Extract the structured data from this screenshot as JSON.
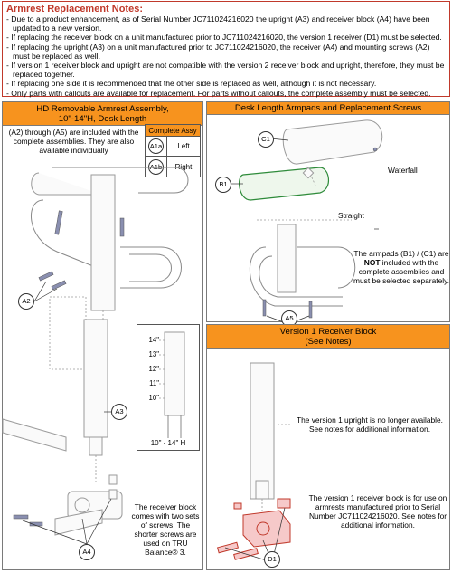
{
  "notes": {
    "title": "Armrest Replacement Notes:",
    "items": [
      "- Due to a product enhancement, as of Serial Number JC711024216020 the upright (A3) and receiver block (A4) have been updated to a new version.",
      "- If replacing the receiver block on a unit manufactured prior to JC711024216020, the version 1 receiver (D1) must be selected.",
      "- If replacing the upright (A3) on a unit manufactured prior to JC711024216020, the receiver (A4) and mounting screws (A2) must be replaced as well.",
      "- If version 1 receiver block and upright are not compatible with the version 2 receiver block and upright, therefore, they must be replaced together.",
      "- If replacing one side it is recommended that the other side is replaced as well, although it is not necessary.",
      "- Only parts with callouts are available for replacement. For parts without callouts, the complete assembly must be selected."
    ]
  },
  "left_panel": {
    "title_line1": "HD Removable Armrest Assembly,",
    "title_line2": "10\"-14\"H, Desk Length",
    "note": "(A2) through (A5) are included with the complete assemblies. They are also available individually",
    "assy_table": {
      "header": "Complete Assy",
      "rows": [
        {
          "id": "A1a",
          "label": "Left"
        },
        {
          "id": "A1b",
          "label": "Right"
        }
      ]
    },
    "callouts": {
      "a2": "A2",
      "a3": "A3",
      "a4": "A4"
    },
    "height_ticks": [
      "14\"",
      "13\"",
      "12\"",
      "11\"",
      "10\""
    ],
    "height_range": "10\" - 14\" H",
    "receiver_note": "The receiver block comes with two sets of screws. The shorter screws are used on TRU Balance® 3."
  },
  "right_top_panel": {
    "title": "Desk Length Armpads and Replacement Screws",
    "callouts": {
      "c1": "C1",
      "b1": "B1",
      "a5": "A5"
    },
    "waterfall_label": "Waterfall",
    "straight_label": "Straight",
    "armpad_note_part1": "The armpads (B1) / (C1) are ",
    "armpad_note_bold": "NOT",
    "armpad_note_part2": " included with the complete assemblies and must be selected separately."
  },
  "right_bottom_panel": {
    "title_line1": "Version 1 Receiver Block",
    "title_line2": "(See Notes)",
    "upright_note": "The version 1 upright is no longer available. See notes for additional information.",
    "receiver_note": "The version 1 receiver block is for use on armrests manufactured prior to Serial Number JC711024216020. See notes for additional information.",
    "callouts": {
      "d1": "D1"
    }
  },
  "colors": {
    "accent_orange": "#f7931e",
    "notes_red": "#c0392b",
    "highlight_green": "#2e8b3a",
    "highlight_red": "#f6c9c9"
  }
}
